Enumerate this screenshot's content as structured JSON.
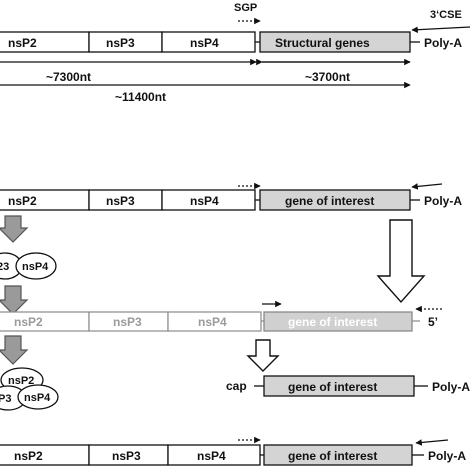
{
  "genome": {
    "sgp": "SGP",
    "cse": "3‘CSE",
    "segments": [
      "nsP2",
      "nsP3",
      "nsP4"
    ],
    "structural": "Structural genes",
    "polya": "Poly-A",
    "len_nonstructural": "~7300nt",
    "len_structural": "~3700nt",
    "len_total": "~11400nt"
  },
  "replicon": {
    "segments": [
      "nsP2",
      "nsP3",
      "nsP4"
    ],
    "goi": "gene of interest",
    "polya": "Poly-A",
    "complex_a": "23",
    "complex_b": "nsP4"
  },
  "negative": {
    "segments": [
      "nsP2",
      "nsP3",
      "nsP4"
    ],
    "goi": "gene of interest",
    "end_label": "5’",
    "complex_top": "nsP2",
    "complex_left": "P3",
    "complex_right": "nsP4"
  },
  "subgenomic": {
    "cap": "cap",
    "goi": "gene of interest",
    "polya": "Poly-A"
  },
  "bottom": {
    "segments": [
      "nsP2",
      "nsP3",
      "nsP4"
    ],
    "goi": "gene of interest",
    "polya": "Poly-A"
  }
}
